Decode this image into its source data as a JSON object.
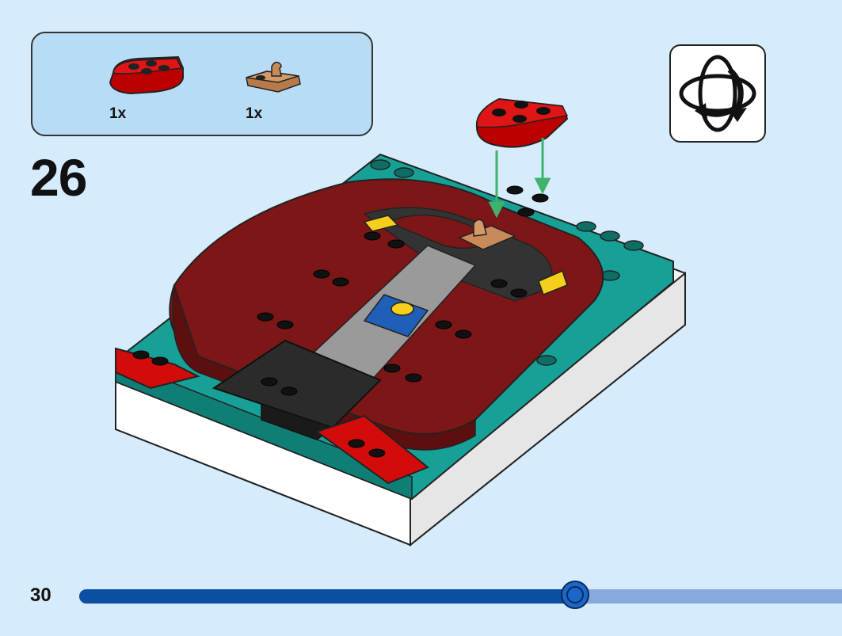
{
  "parts_list": {
    "items": [
      {
        "name": "red-wedge-plate-icon",
        "quantity": "1x",
        "color": "#d40b0b"
      },
      {
        "name": "tan-clip-plate-icon",
        "quantity": "1x",
        "color": "#c98a5a"
      }
    ]
  },
  "step": {
    "number": "26"
  },
  "rotate_indicator": {
    "icon": "rotate-model-icon"
  },
  "footer": {
    "page_number": "30",
    "progress_fraction": 0.65,
    "progress_color": "#0a4fa0",
    "track_color": "#87a9de"
  },
  "colors": {
    "background": "#d6ebfb",
    "callout": "#b8dcf6",
    "dark_red": "#7d1616",
    "teal": "#17a196",
    "bright_red": "#d40b0b",
    "arrow_green": "#3db36b"
  }
}
